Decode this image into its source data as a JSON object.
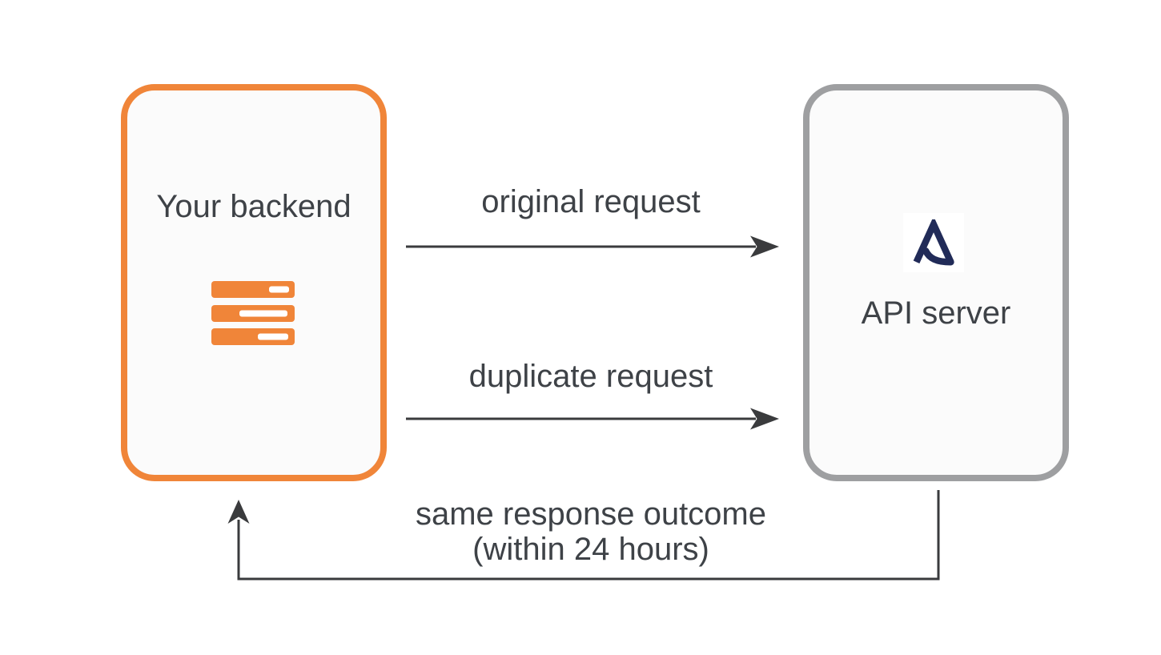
{
  "colors": {
    "backend_border": "#F08539",
    "api_border": "#9E9FA1",
    "box_fill": "#FBFBFB",
    "text": "#3E4247",
    "arrow": "#3A3B3D",
    "logo_navy": "#212B58",
    "icon_orange": "#F08539",
    "page_bg": "#FFFFFF"
  },
  "backend_box": {
    "label": "Your backend",
    "icon": "server-icon"
  },
  "api_box": {
    "label": "API server",
    "icon": "adyen-logo-icon"
  },
  "flows": {
    "original": {
      "label": "original request",
      "direction": "backend-to-api"
    },
    "duplicate": {
      "label": "duplicate request",
      "direction": "backend-to-api"
    },
    "response": {
      "label_line1": "same response outcome",
      "label_line2": "(within 24 hours)",
      "direction": "api-to-backend"
    }
  }
}
